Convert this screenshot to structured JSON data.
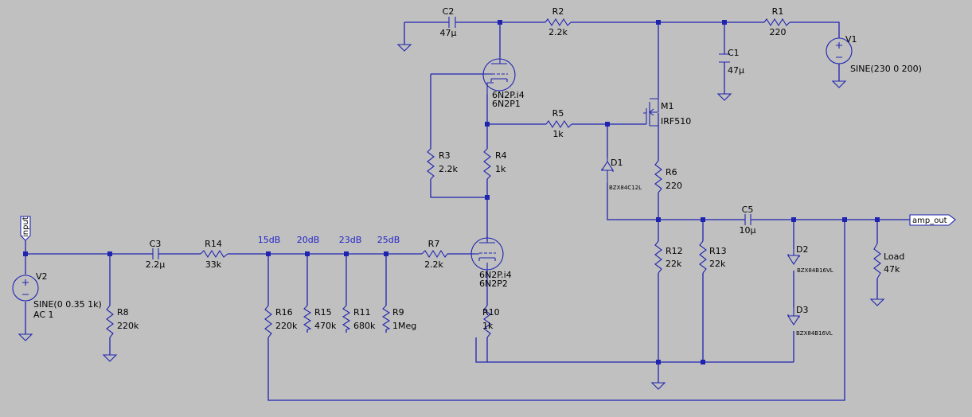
{
  "components": {
    "C2": {
      "name": "C2",
      "value": "47µ"
    },
    "R2": {
      "name": "R2",
      "value": "2.2k"
    },
    "R1": {
      "name": "R1",
      "value": "220"
    },
    "V1": {
      "name": "V1",
      "value": "SINE(230 0 200)"
    },
    "C1": {
      "name": "C1",
      "value": "47µ"
    },
    "U1": {
      "model": "6N2P.i4",
      "name": "6N2P1"
    },
    "M1": {
      "name": "M1",
      "model": "IRF510"
    },
    "R5": {
      "name": "R5",
      "value": "1k"
    },
    "R3": {
      "name": "R3",
      "value": "2.2k"
    },
    "R4": {
      "name": "R4",
      "value": "1k"
    },
    "D1": {
      "name": "D1",
      "model": "BZX84C12L"
    },
    "R6": {
      "name": "R6",
      "value": "220"
    },
    "C5": {
      "name": "C5",
      "value": "10µ"
    },
    "C3": {
      "name": "C3",
      "value": "2.2µ"
    },
    "R14": {
      "name": "R14",
      "value": "33k"
    },
    "R7": {
      "name": "R7",
      "value": "2.2k"
    },
    "U2": {
      "model": "6N2P.i4",
      "name": "6N2P2"
    },
    "V2": {
      "name": "V2",
      "value": "SINE(0 0.35 1k)",
      "ac": "AC 1"
    },
    "R8": {
      "name": "R8",
      "value": "220k"
    },
    "R16": {
      "name": "R16",
      "value": "220k"
    },
    "R15": {
      "name": "R15",
      "value": "470k"
    },
    "R11": {
      "name": "R11",
      "value": "680k"
    },
    "R9": {
      "name": "R9",
      "value": "1Meg"
    },
    "R10": {
      "name": "R10",
      "value": "1k"
    },
    "R12": {
      "name": "R12",
      "value": "22k"
    },
    "R13": {
      "name": "R13",
      "value": "22k"
    },
    "D2": {
      "name": "D2",
      "model": "BZX84B16VL"
    },
    "D3": {
      "name": "D3",
      "model": "BZX84B16VL"
    },
    "Load": {
      "name": "Load",
      "value": "47k"
    }
  },
  "net_labels": {
    "n15": "15dB",
    "n20": "20dB",
    "n23": "23dB",
    "n25": "25dB"
  },
  "ports": {
    "input": "input",
    "output": "amp_out"
  },
  "colors": {
    "wire": "#1f24b0",
    "background": "#c0c0c0",
    "net_label": "#2323c8"
  }
}
